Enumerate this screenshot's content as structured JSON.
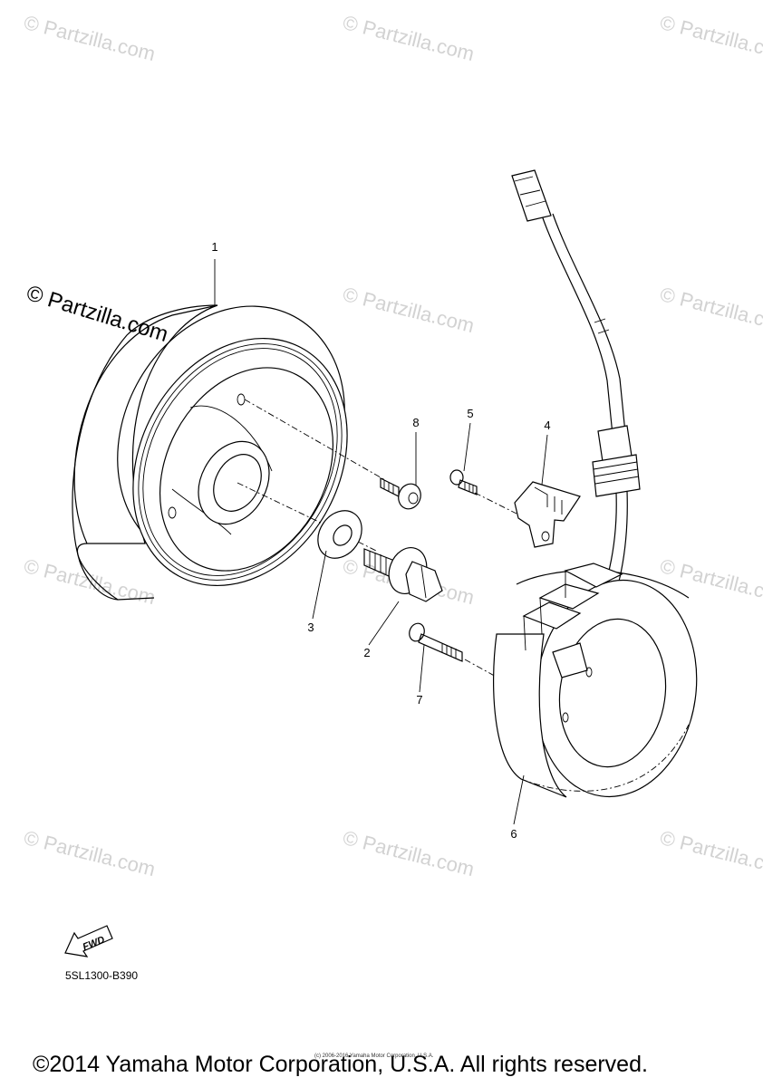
{
  "watermark_text": "© Partzilla.com",
  "watermark_prominent": "© Partzilla.com",
  "callouts": {
    "p1": "1",
    "p2": "2",
    "p3": "3",
    "p4": "4",
    "p5": "5",
    "p6": "6",
    "p7": "7",
    "p8": "8"
  },
  "fwd_label": "FWD",
  "diagram_code": "5SL1300-B390",
  "copyright": "©2014 Yamaha Motor Corporation, U.S.A. All rights reserved.",
  "tiny_copyright": "(c) 2006-2016 Yamaha Motor Corporation, U.S.A."
}
